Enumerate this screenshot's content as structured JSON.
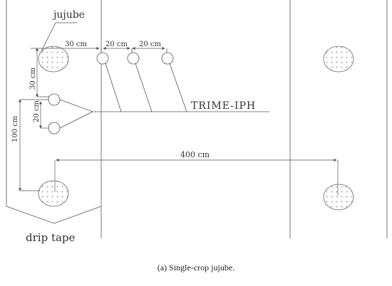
{
  "labels": {
    "jujube": "jujube",
    "drip_tape": "drip tape",
    "sensor": "TRIME-IPH",
    "dim_30_h": "30 cm",
    "dim_20_a": "20 cm",
    "dim_20_b": "20 cm",
    "dim_30_v": "30 cm",
    "dim_20_v": "20 cm",
    "dim_100": "100 cm",
    "dim_400": "400 cm"
  },
  "caption": "(a) Single-crop jujube.",
  "colors": {
    "line": "#555555",
    "text": "#333333",
    "background": "#ffffff"
  }
}
